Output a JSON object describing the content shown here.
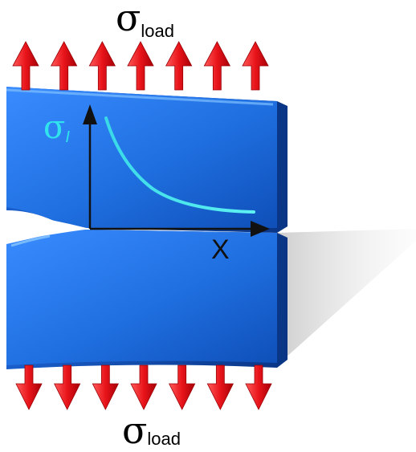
{
  "top_load": {
    "symbol": "σ",
    "subscript": "load"
  },
  "bottom_load": {
    "symbol": "σ",
    "subscript": "load"
  },
  "curve_label": {
    "symbol": "σ",
    "subscript": "I"
  },
  "x_axis_label": "X",
  "colors": {
    "plate": "#1f73e6",
    "plate_highlight": "#5aa8ff",
    "plate_shadow": "#0b3f96",
    "arrow": "#e8141a",
    "arrow_highlight": "#ff6b6b",
    "curve": "#2ee6e6",
    "axis": "#111111",
    "drop_shadow": "#c8c8c8"
  },
  "arrow_count_top": 7,
  "arrow_count_bottom": 7
}
